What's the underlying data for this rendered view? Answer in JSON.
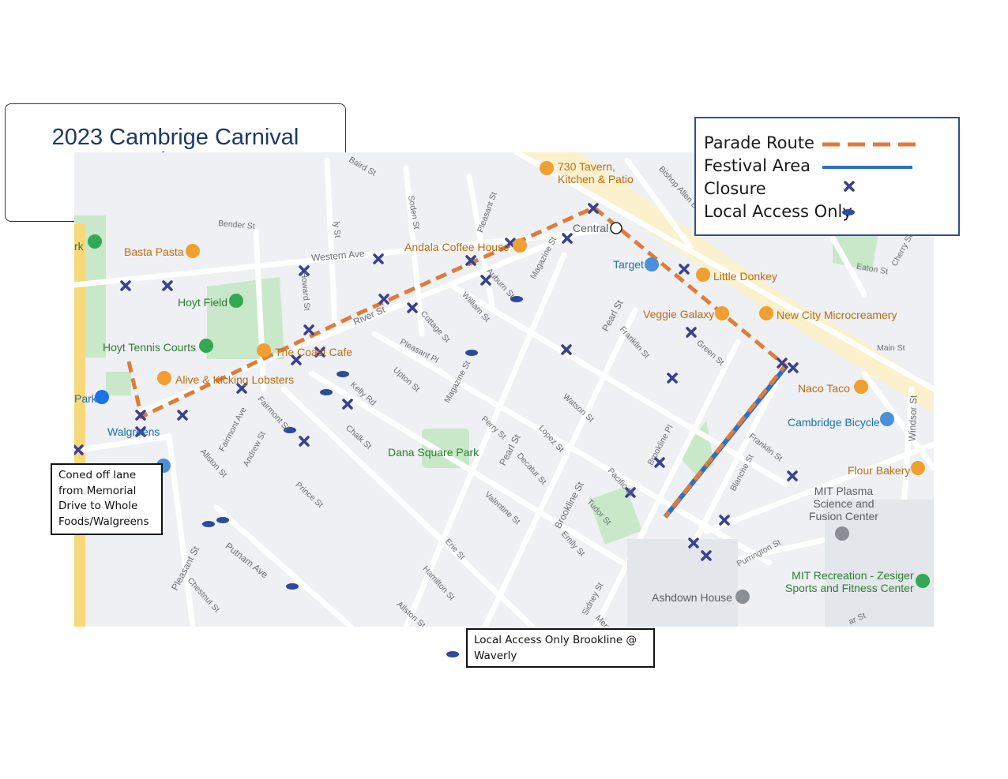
{
  "title": {
    "line1": "2023 Cambrige Carnival",
    "line2": "Parade Route"
  },
  "legend": {
    "items": [
      {
        "label": "Parade Route",
        "symbol": "dashed-line",
        "color": "#e07b39"
      },
      {
        "label": "Festival Area",
        "symbol": "solid-line",
        "color": "#2f6fc6"
      },
      {
        "label": "Closure",
        "symbol": "x-marker",
        "color": "#3b3f8f"
      },
      {
        "label": "Local Access Only",
        "symbol": "oval-marker",
        "color": "#2e4a9b"
      }
    ]
  },
  "notes": {
    "coned": [
      "Coned off lane",
      "from Memorial",
      "Drive to Whole",
      "Foods/Walgreens"
    ],
    "local_access": [
      "Local Access Only Brookline @",
      "Waverly"
    ]
  },
  "places": {
    "tavern": [
      "730 Tavern,",
      "Kitchen & Patio"
    ],
    "basta": "Basta Pasta",
    "andala": "Andala Coffee House",
    "central": "Central",
    "target": "Target",
    "little_donkey": "Little Donkey",
    "veggie": "Veggie Galaxy",
    "microcreamery": "New City Microcreamery",
    "hoyt_field": "Hoyt Field",
    "hoyt_tennis": "Hoyt Tennis Courts",
    "coast": "The Coast Cafe",
    "lobsters": "Alive & Kicking Lobsters",
    "park": "Park",
    "walgreens": "Walgreens",
    "naco": "Naco Taco",
    "cambridge_bicycle": "Cambridge Bicycle",
    "dana": "Dana Square Park",
    "flour": "Flour Bakery",
    "mit_plasma": [
      "MIT Plasma",
      "Science and",
      "Fusion Center"
    ],
    "mit_rec": [
      "MIT Recreation - Zesiger",
      "Sports and Fitness Center"
    ],
    "ashdown": "Ashdown House",
    "rk": "rk"
  },
  "streets": {
    "western": "Western Ave",
    "river": "River St",
    "pearl1": "Pearl St",
    "pearl2": "Pearl St",
    "brookline": "Brookline St",
    "putnam": "Putnam Ave",
    "pleasant": "Pleasant St",
    "magazine1": "Magazine St",
    "magazine2": "Magazine St",
    "william": "William St",
    "cottage": "Cottage St",
    "pleasant_pl": "Pleasant Pl",
    "upton": "Upton St",
    "kelly": "Kelly Rd",
    "chalk": "Chalk St",
    "fairmont1": "Fairmont Ave",
    "fairmont2": "Fairmont St",
    "andrew": "Andrew St",
    "allston1": "Allston St",
    "allston2": "Allston St",
    "prince": "Prince St",
    "valentine": "Valentine St",
    "erie": "Erie St",
    "hamilton": "Hamilton St",
    "chestnut": "Chestnut St",
    "perry": "Perry St",
    "decatur": "Decatur St",
    "lopez": "Lopez St",
    "watson": "Watson St",
    "tudor": "Tudor St",
    "emily": "Emily St",
    "sidney": "Sidney St",
    "pacific": "Pacific St",
    "brookline_pl": "Brookline Pl",
    "franklin1": "Franklin St",
    "franklin2": "Franklin St",
    "green": "Green St",
    "main": "Main St",
    "eaton": "Eaton St",
    "cherry": "Cherry St",
    "windsor": "Windsor St",
    "blanche": "Blanche St",
    "purrington": "Purrington St",
    "bishop": "Bishop Allen Dr",
    "soden": "Soden St",
    "pleasant2": "Pleasant St",
    "auburn": "Auburn St",
    "howard": "Howard St",
    "baird": "Baird St",
    "bender": "Bender St",
    "merr": "Merr",
    "ar": "ar St",
    "ly": "ly St"
  }
}
